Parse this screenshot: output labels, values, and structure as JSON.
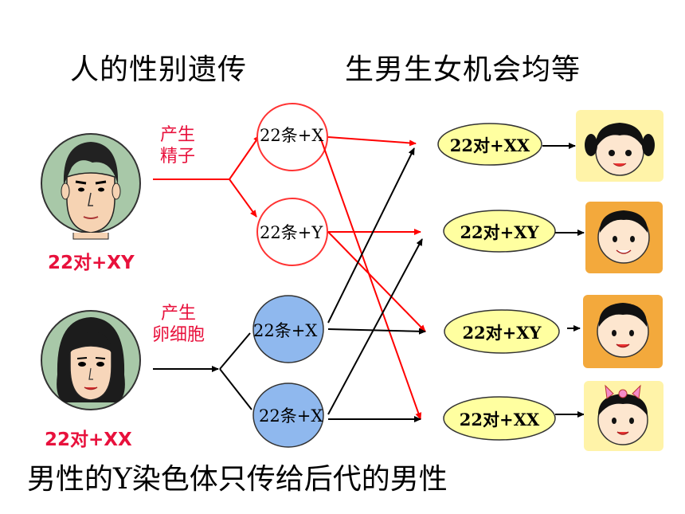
{
  "header": {
    "title_left": "人的性别遗传",
    "title_right": "生男生女机会均等"
  },
  "father": {
    "genotype": "22对+XY",
    "process_line1": "产生",
    "process_line2": "精子"
  },
  "mother": {
    "genotype": "22对+XX",
    "process_line1": "产生",
    "process_line2": "卵细胞"
  },
  "gametes": {
    "sperm_x": "22条+X",
    "sperm_y": "22条+Y",
    "egg_x1": "22条+X",
    "egg_x2": "22条+X"
  },
  "children": [
    {
      "genotype": "22对+XX",
      "face": "girl-pigtails-face-icon"
    },
    {
      "genotype": "22对+XY",
      "face": "boy-face-icon"
    },
    {
      "genotype": "22对+XY",
      "face": "boy-face-icon"
    },
    {
      "genotype": "22对+XX",
      "face": "girl-bow-face-icon"
    }
  ],
  "footer": {
    "caption": "男性的Y染色体只传给后代的男性"
  },
  "colors": {
    "red_line": "#ff0000",
    "label_red": "#e8113c",
    "sperm_fill": "#ffffff",
    "egg_fill": "#8fb8ee",
    "child_fill": "#ffffa0",
    "face_bg_yellow": "#fff3a8",
    "face_bg_orange": "#f3a93c",
    "parent_bg": "#a8c8a8"
  }
}
